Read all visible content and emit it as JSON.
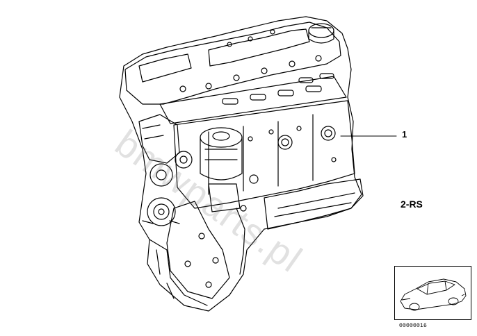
{
  "diagram": {
    "callouts": [
      {
        "id": "part-1",
        "label": "1"
      },
      {
        "id": "variant",
        "label": "2-RS"
      }
    ],
    "thumbnail": {
      "code": "00000016",
      "icon": "car-outline-icon"
    },
    "watermark": {
      "text": "bmwparts.pl"
    },
    "colors": {
      "line": "#000000",
      "background": "#ffffff"
    }
  }
}
